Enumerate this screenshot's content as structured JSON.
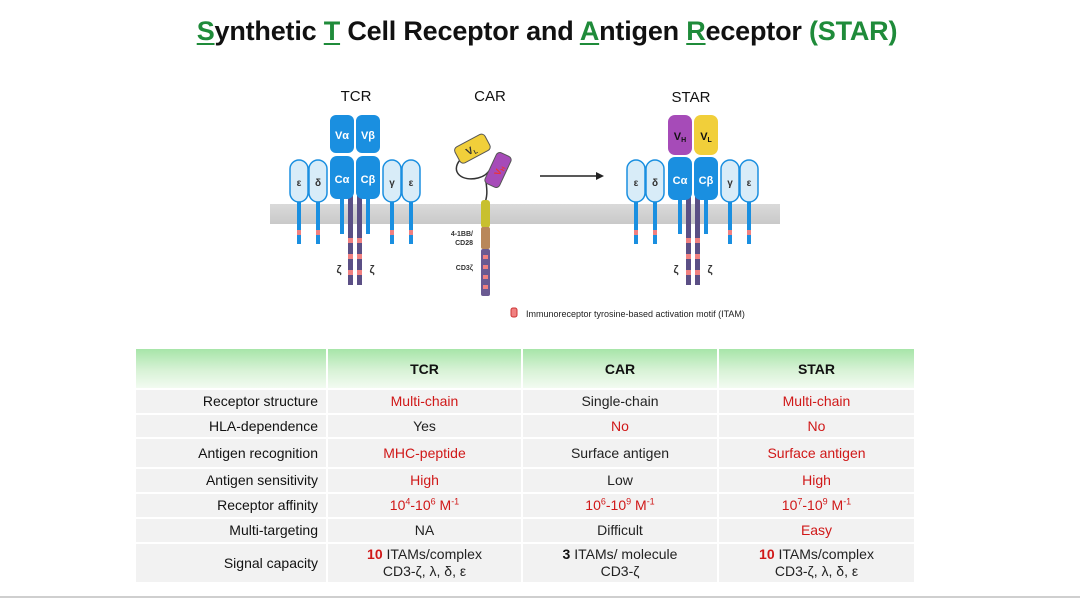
{
  "title": {
    "p1_init": "S",
    "p1_rest": "ynthetic ",
    "p2_init": "T",
    "p2_rest": " Cell Receptor and ",
    "p3_init": "A",
    "p3_rest": "ntigen ",
    "p4_init": "R",
    "p4_rest": "eceptor ",
    "abbr": "(STAR)"
  },
  "diagram": {
    "tcr_label": "TCR",
    "car_label": "CAR",
    "star_label": "STAR",
    "tcr": {
      "va": "Vα",
      "vb": "Vβ",
      "ca": "Cα",
      "cb": "Cβ",
      "e": "ε",
      "d": "δ",
      "g": "γ",
      "zeta": "ζ"
    },
    "car": {
      "vl": "VL",
      "vh": "VH",
      "costim_line1": "4-1BB/",
      "costim_line2": "CD28",
      "cd3z": "CD3ζ"
    },
    "star": {
      "vh": "VH",
      "vl": "VL"
    },
    "legend": "Immunoreceptor tyrosine-based activation motif (ITAM)",
    "colors": {
      "blue": "#1a8fe0",
      "light_blue": "#d8ecf8",
      "purple": "#a64bb8",
      "yellow": "#f1cf3a",
      "membrane": "#d3d3d3",
      "itam": "#f08080",
      "chain": "#5b4f85"
    }
  },
  "table": {
    "headers": [
      "",
      "TCR",
      "CAR",
      "STAR"
    ],
    "rows": [
      {
        "label": "Receptor structure",
        "tcr": "Multi-chain",
        "car": "Single-chain",
        "star": "Multi-chain"
      },
      {
        "label": "HLA-dependence",
        "tcr": "Yes",
        "car": "No",
        "star": "No"
      },
      {
        "label": "Antigen recognition",
        "tcr": "MHC-peptide",
        "car": "Surface antigen",
        "star": "Surface antigen"
      },
      {
        "label": "Antigen sensitivity",
        "tcr": "High",
        "car": "Low",
        "star": "High"
      },
      {
        "label": "Receptor affinity",
        "tcr": {
          "a": "10",
          "ae": "4",
          "mid": "-10",
          "be": "6",
          "unit": " M",
          "ue": "-1"
        },
        "car": {
          "a": "10",
          "ae": "6",
          "mid": "-10",
          "be": "9",
          "unit": " M",
          "ue": "-1"
        },
        "star": {
          "a": "10",
          "ae": "7",
          "mid": "-10",
          "be": "9",
          "unit": " M",
          "ue": "-1"
        }
      },
      {
        "label": "Multi-targeting",
        "tcr": "NA",
        "car": "Difficult",
        "star": "Easy"
      },
      {
        "label": "Signal capacity",
        "tcr": {
          "num": "10",
          "line1": " ITAMs/complex",
          "line2": "CD3-ζ, λ, δ, ε"
        },
        "car": {
          "num": "3",
          "line1": " ITAMs/ molecule",
          "line2": "CD3-ζ"
        },
        "star": {
          "num": "10",
          "line1": " ITAMs/complex",
          "line2": "CD3-ζ, λ, δ, ε"
        }
      }
    ]
  }
}
